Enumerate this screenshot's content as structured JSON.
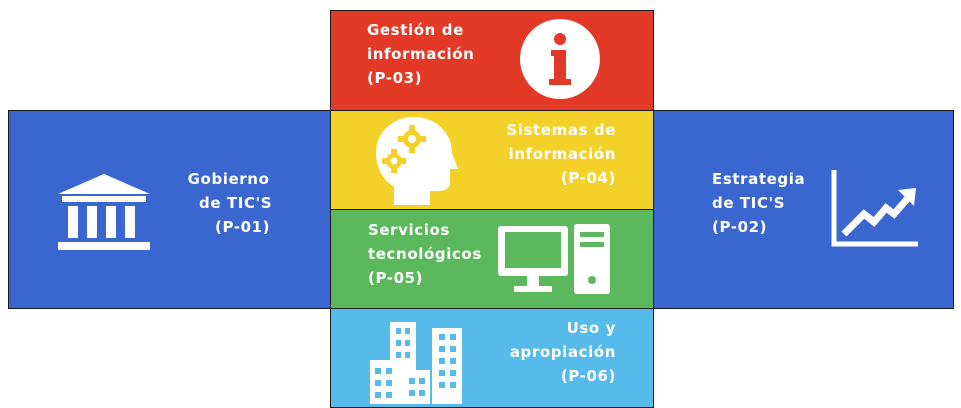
{
  "areas": {
    "gobierno": {
      "line1": "Gobierno",
      "line2": "de TIC'S",
      "code": "(P-01)",
      "icon": "government-building-icon",
      "color": "#3a67cf"
    },
    "estrategia": {
      "line1": "Estrategia",
      "line2": "de TIC'S",
      "code": "(P-02)",
      "icon": "growth-chart-icon",
      "color": "#3a67cf"
    },
    "gestion": {
      "line1": "Gestión de",
      "line2": "información",
      "code": "(P-03)",
      "icon": "info-icon",
      "color": "#e23a26"
    },
    "sistemas": {
      "line1": "Sistemas de",
      "line2": "información",
      "code": "(P-04)",
      "icon": "brain-gears-icon",
      "color": "#f4d128"
    },
    "servicios": {
      "line1": "Servicios",
      "line2": "tecnológicos",
      "code": "(P-05)",
      "icon": "computer-icon",
      "color": "#5cb85c"
    },
    "uso": {
      "line1": "Uso y",
      "line2": "apropiación",
      "code": "(P-06)",
      "icon": "city-buildings-icon",
      "color": "#56baea"
    }
  }
}
